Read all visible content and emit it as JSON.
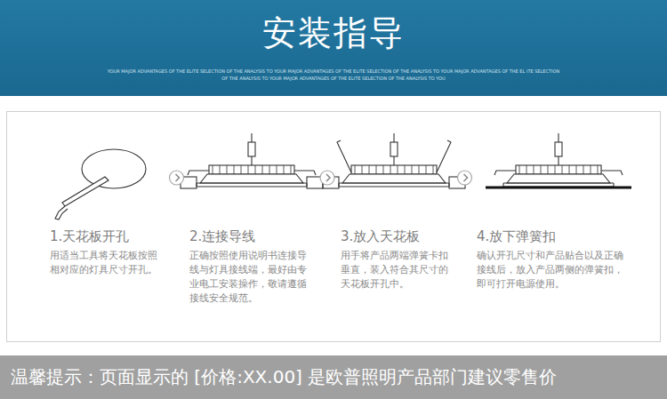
{
  "diagram": {
    "title": "安装指导",
    "nodes": [
      {
        "text": [
          "1.天花板开孔",
          "用适当工具将天花板按照相对应的灯具尺寸开孔。"
        ]
      },
      {
        "text": [
          "2.连接导线",
          "正确按照使用说明书连接导线与灯具接线端，最好由专业电工安装操作，敬请遵循 接线安全规范。"
        ]
      },
      {
        "text": [
          "3.放入天花板",
          "用手将产品两端弹簧卡扣垂直，装入符合其尺寸的天花板开孔中。"
        ]
      },
      {
        "text": [
          "4.放下弹簧扣",
          "确认开孔尺寸和产品贴合以及正确接线后，放入产品两侧的弹簧扣，即可打开电源使用。"
        ]
      },
      {
        "text": [
          "温馨提示：页面显示的 [价格:XX.00] 是欧普照明产品部门建议零售价"
        ]
      }
    ],
    "edges": [
      {
        "from": 0,
        "to": 1,
        "arrow": "to"
      },
      {
        "from": 1,
        "to": 2,
        "arrow": "to"
      },
      {
        "from": 2,
        "to": 3,
        "arrow": "to"
      }
    ],
    "labels": [
      "YOUR MAJOR ADVANTAGES OF THE ELITE SELECTION OF THE ANALYSIS TO YOUR MAJOR ADVANTAGES OF THE ELITE SELECTION OF THE ANALYSIS TO YOUR MAJOR ADVANTAGES OF THE EL ITE SELECTION OF THE ANALYSIS TO YOUR MAJOR ADVANTAGES OF THE ELITE SELECTION OF THE ANALYSIS TO YOU"
    ]
  }
}
